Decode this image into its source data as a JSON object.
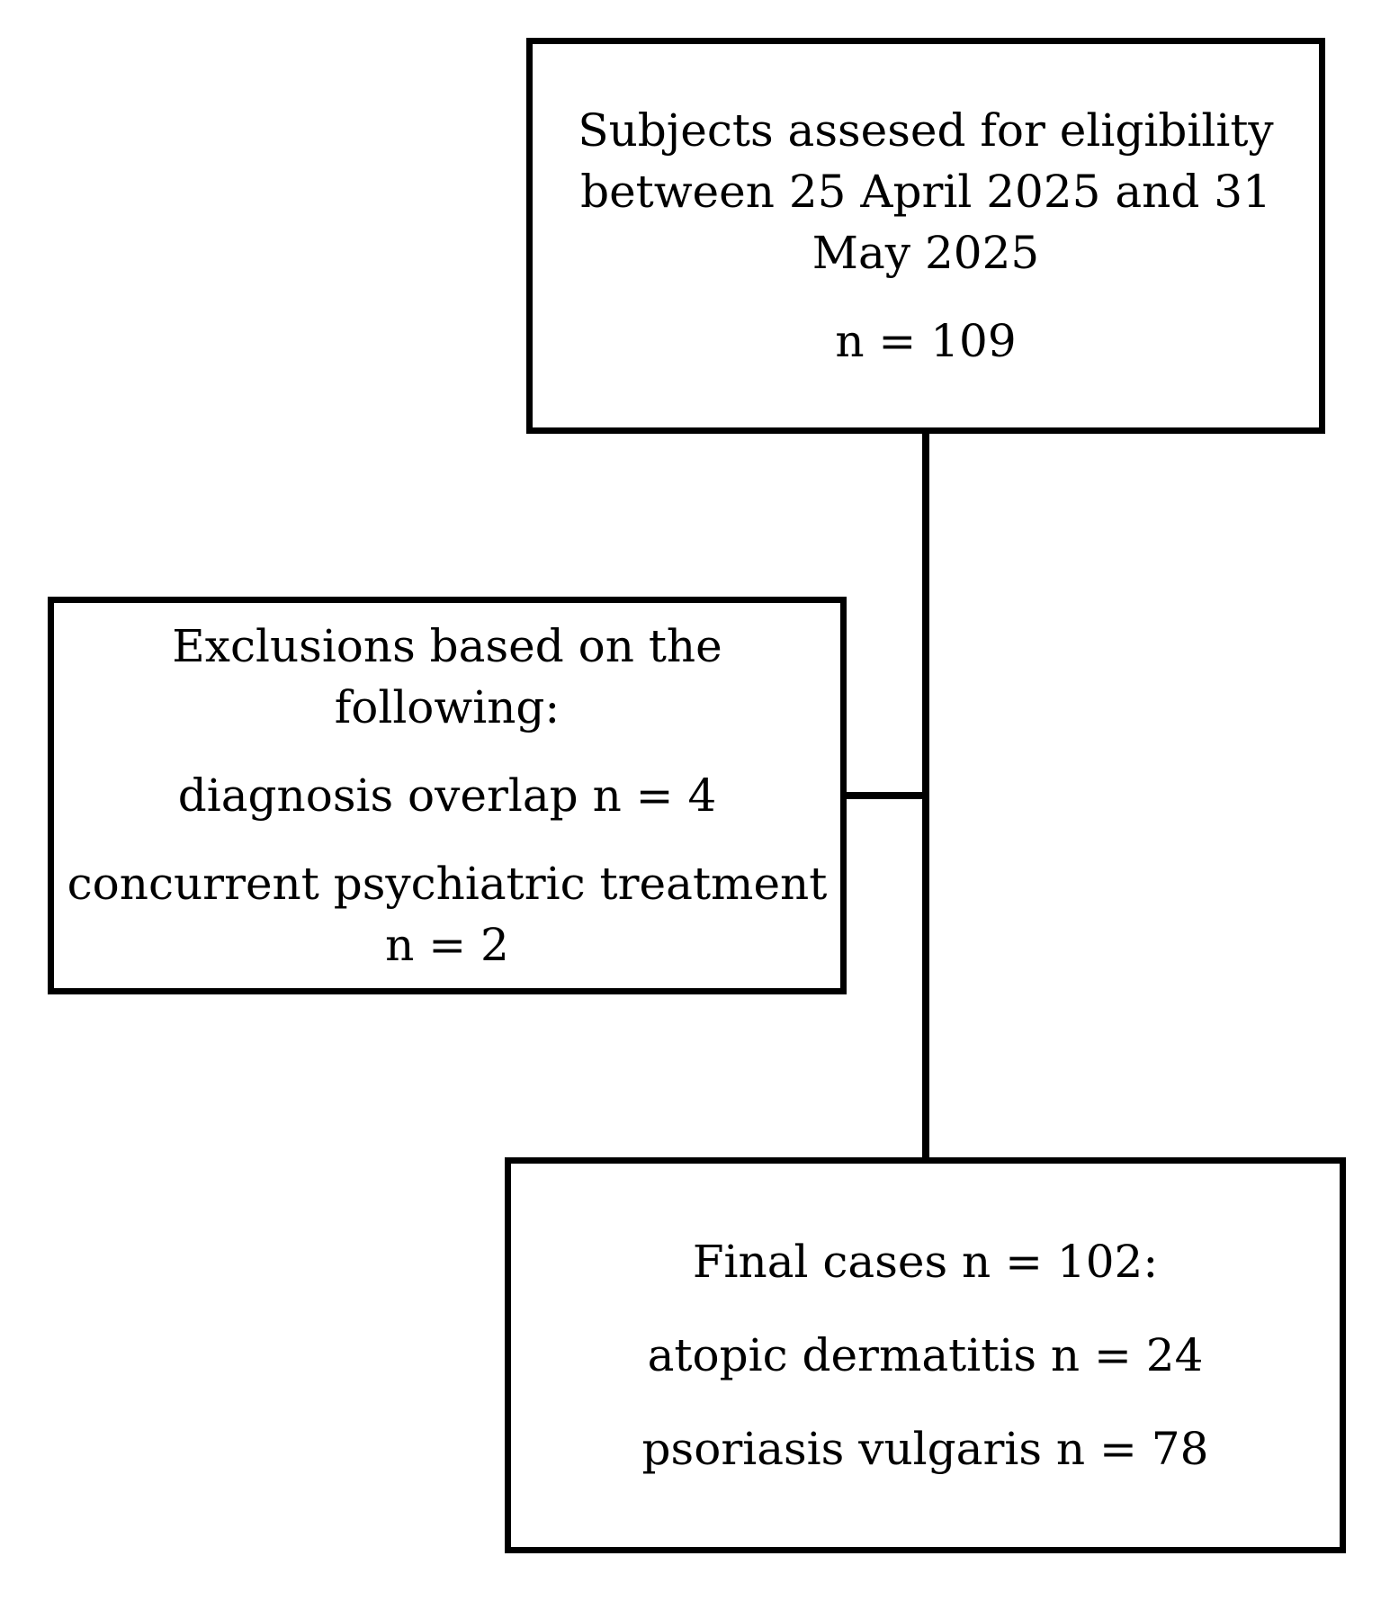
{
  "enrollment": {
    "line1": "Subjects assesed for eligibility",
    "line2": "between 25 April 2025 and 31",
    "line3": "May 2025",
    "count": "n = 109"
  },
  "exclusions": {
    "heading1": "Exclusions based on the",
    "heading2": "following:",
    "item1": "diagnosis overlap n = 4",
    "item2_line1": "concurrent psychiatric treatment",
    "item2_line2": "n = 2"
  },
  "final": {
    "heading": "Final cases n = 102:",
    "item1": "atopic dermatitis n = 24",
    "item2": "psoriasis vulgaris n = 78"
  }
}
